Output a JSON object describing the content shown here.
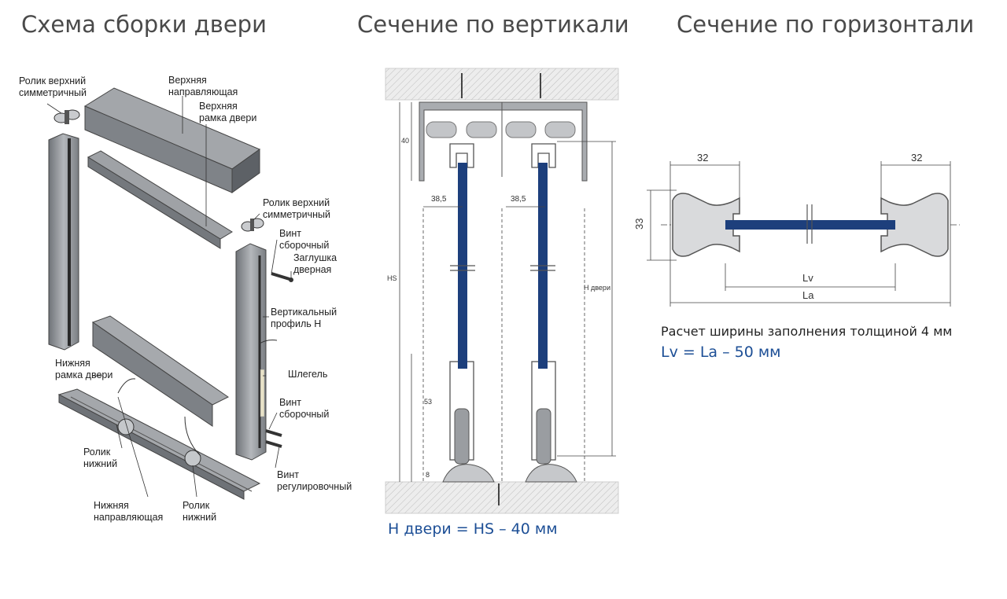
{
  "titles": {
    "assembly": "Схема сборки двери",
    "vertical": "Сечение по вертикали",
    "horizontal": "Сечение по горизонтали"
  },
  "assembly_labels": {
    "top_roller_left": "Ролик верхний\nсимметричный",
    "top_guide": "Верхняя\nнаправляющая",
    "top_frame": "Верхняя\nрамка двери",
    "top_roller_right": "Ролик верхний\nсимметричный",
    "screw_assembly_top": "Винт\nсборочный",
    "door_plug": "Заглушка\nдверная",
    "vertical_profile": "Вертикальный\nпрофиль Н",
    "bottom_frame": "Нижняя\nрамка двери",
    "schlegel": "Шлегель",
    "screw_assembly_bottom": "Винт\nсборочный",
    "bottom_roller_left": "Ролик\nнижний",
    "screw_adjust": "Винт\nрегулировочный",
    "bottom_guide": "Нижняя\nнаправляющая",
    "bottom_roller_right": "Ролик\nнижний"
  },
  "vertical_dims": {
    "d40": "40",
    "d38_left": "38,5",
    "d38_right": "38,5",
    "hs": "HS",
    "h_door": "Н двери",
    "d53": "53",
    "d8": "8"
  },
  "horizontal_dims": {
    "d32_left": "32",
    "d32_right": "32",
    "d33": "33",
    "lv": "Lv",
    "la": "La"
  },
  "formulas": {
    "door_height": "Н двери = HS – 40 мм",
    "calc_caption": "Расчет ширины заполнения толщиной 4 мм",
    "fill_width": "Lv = La – 50 мм"
  },
  "colors": {
    "glass": "#1d3f7c",
    "profile": "#8e9196",
    "text_accent": "#1d4f96"
  }
}
